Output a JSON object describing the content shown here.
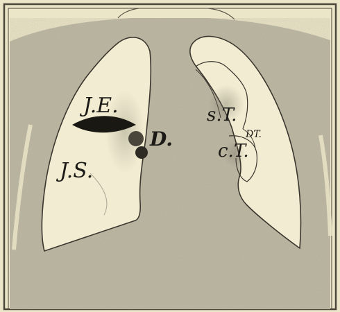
{
  "figure": {
    "labels": {
      "upper_left": "J.E.",
      "lower_left": "J.S.",
      "hilum": "D.",
      "upper_right": "s.T.",
      "lower_right": "c.T.",
      "right_small": "DT."
    }
  },
  "colors": {
    "paper": "#ece6c8",
    "body": "#bcb8a2",
    "lung_field": "#f2edd2",
    "ink": "#1c1a16"
  }
}
